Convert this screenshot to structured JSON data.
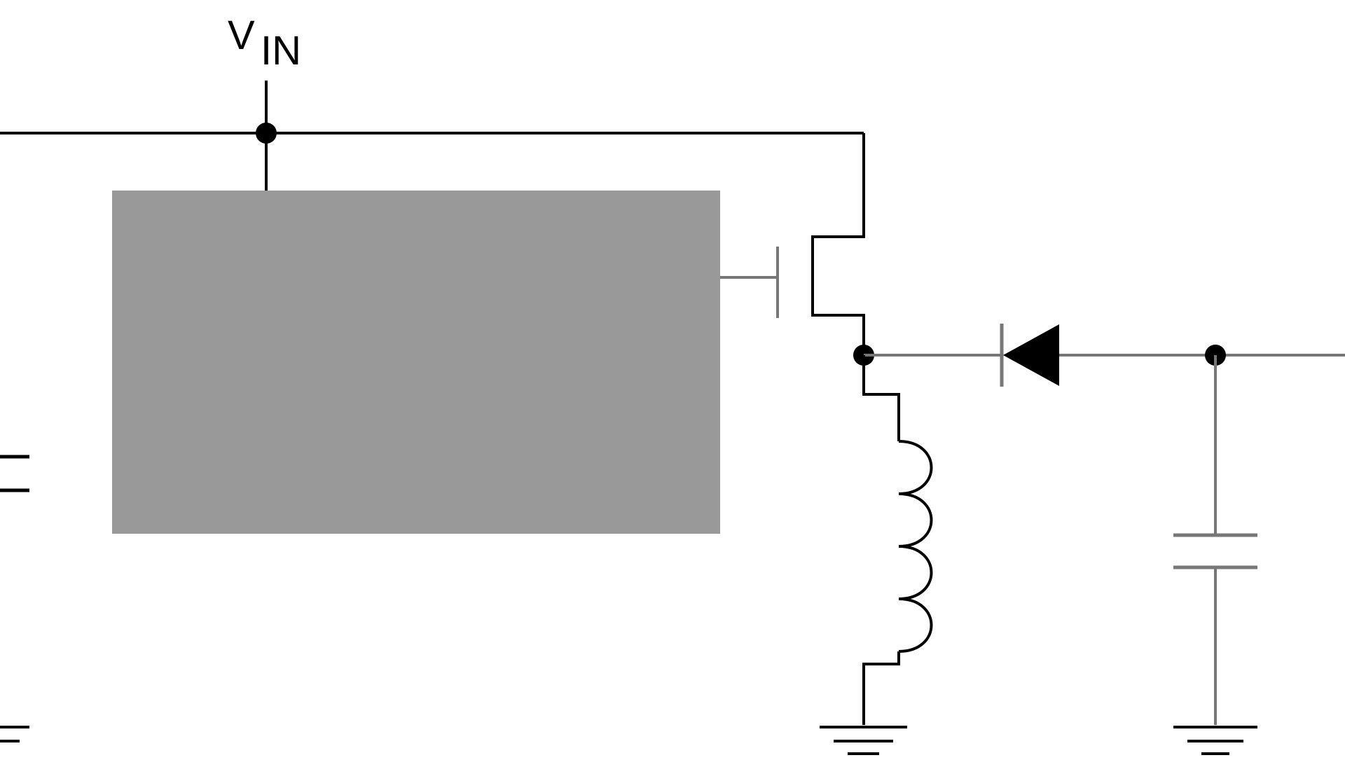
{
  "diagram": {
    "type": "schematic",
    "vin_label": {
      "main": "V",
      "sub": "IN"
    },
    "colors": {
      "black_wire": "#000000",
      "gray_wire": "#777777",
      "controller_fill": "#999999",
      "background": "#ffffff"
    },
    "components": {
      "controller": "gray-block",
      "switch": "mosfet",
      "diode": "diode",
      "inductor": "inductor",
      "capacitor_left": "capacitor",
      "capacitor_right": "capacitor",
      "grounds": [
        "ground-left",
        "ground-inductor",
        "ground-output"
      ]
    }
  }
}
